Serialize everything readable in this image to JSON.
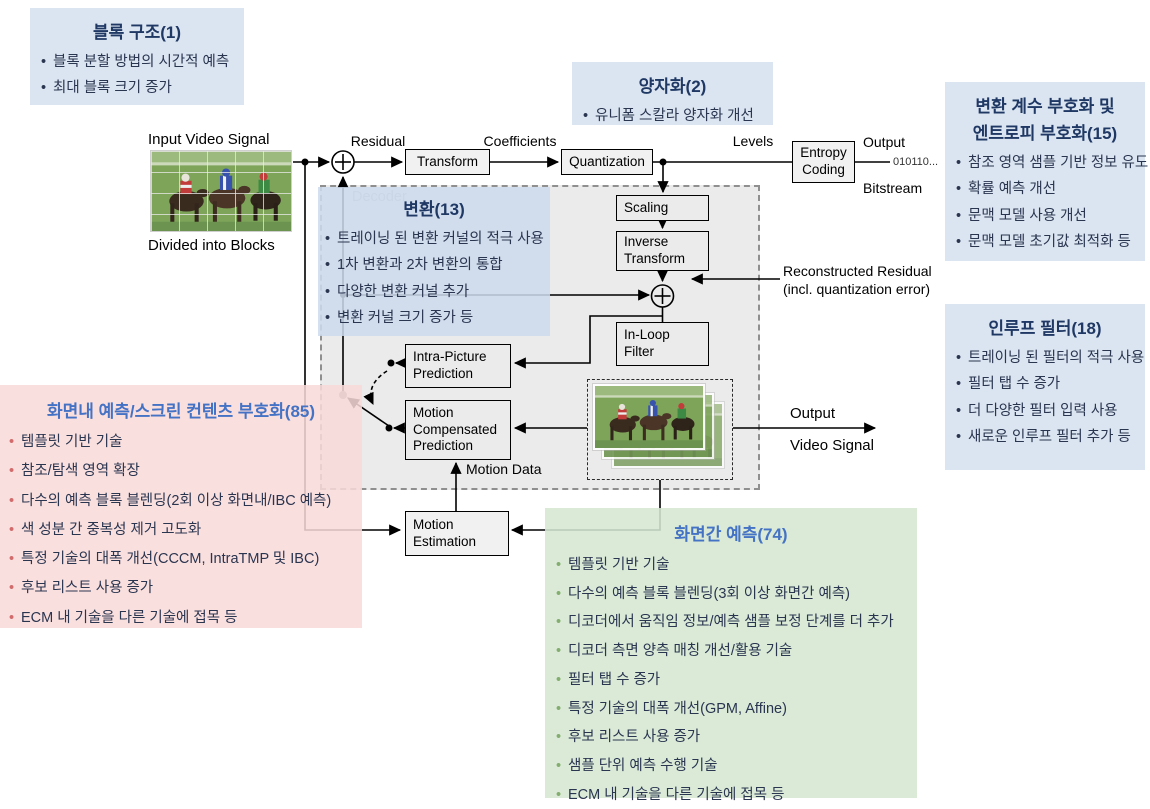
{
  "annotations": {
    "block_structure": {
      "title": "블록 구조(1)",
      "items": [
        "블록 분할 방법의 시간적 예측",
        "최대 블록 크기 증가"
      ]
    },
    "quantization_note": {
      "title": "양자화(2)",
      "items": [
        "유니폼 스칼라 양자화 개선"
      ]
    },
    "entropy_note": {
      "title_line1": "변환 계수 부호화 및",
      "title_line2": "엔트로피 부호화(15)",
      "items": [
        "참조 영역 샘플 기반 정보 유도",
        "확률 예측 개선",
        "문맥 모델 사용 개선",
        "문맥 모델 초기값 최적화 등"
      ]
    },
    "transform_note": {
      "title": "변환(13)",
      "items": [
        "트레이닝 된 변환 커널의 적극 사용",
        "1차 변환과 2차 변환의 통합",
        "다양한 변환 커널 추가",
        "변환 커널 크기 증가 등"
      ]
    },
    "inloop_note": {
      "title": "인루프 필터(18)",
      "items": [
        "트레이닝 된 필터의 적극 사용",
        "필터 탭 수 증가",
        "더 다양한 필터 입력 사용",
        "새로운 인루프 필터 추가 등"
      ]
    },
    "intra_note": {
      "title": "화면내 예측/스크린 컨텐츠 부호화(85)",
      "items": [
        "템플릿 기반 기술",
        "참조/탐색 영역 확장",
        "다수의 예측 블록 블렌딩(2회 이상 화면내/IBC 예측)",
        "색 성분 간 중복성 제거 고도화",
        "특정 기술의 대폭 개선(CCCM, IntraTMP 및 IBC)",
        "후보 리스트 사용 증가",
        "ECM 내 기술을 다른 기술에 접목 등"
      ]
    },
    "inter_note": {
      "title": "화면간 예측(74)",
      "items": [
        "템플릿 기반 기술",
        "다수의 예측 블록 블렌딩(3회 이상 화면간 예측)",
        "디코더에서 움직임 정보/예측 샘플 보정 단계를 더 추가",
        "디코더 측면 양측 매칭 개선/활용 기술",
        "필터 탭 수 증가",
        "특정 기술의 대폭 개선(GPM, Affine)",
        "후보 리스트 사용 증가",
        "샘플 단위 예측 수행 기술",
        "ECM 내 기술을 다른 기술에 접목 등"
      ]
    }
  },
  "diagram": {
    "labels": {
      "input_video_signal": "Input Video Signal",
      "divided_into_blocks": "Divided into Blocks",
      "residual": "Residual",
      "coefficients": "Coefficients",
      "levels": "Levels",
      "output": "Output",
      "bitstream_bits": "010110...",
      "bitstream": "Bitstream",
      "decoder": "Decoder",
      "reconstructed_residual_line1": "Reconstructed Residual",
      "reconstructed_residual_line2": "(incl. quantization error)",
      "motion_data": "Motion Data",
      "output_video_line1": "Output",
      "output_video_line2": "Video Signal"
    },
    "blocks": {
      "transform": "Transform",
      "quantization": "Quantization",
      "entropy_coding": "Entropy\nCoding",
      "scaling": "Scaling",
      "inverse_transform": "Inverse\nTransform",
      "inloop_filter": "In-Loop\nFilter",
      "intra_prediction": "Intra-Picture\nPrediction",
      "motion_compensated_prediction": "Motion\nCompensated\nPrediction",
      "motion_estimation": "Motion\nEstimation"
    },
    "colors": {
      "note_blue_bg": "#dbe5f1",
      "note_pink_bg": "#f8dad9",
      "note_green_bg": "#d5e7d2",
      "title_accent_blue": "#4472c4",
      "title_navy": "#1f3864",
      "pink_bullet": "#d26b6b",
      "green_bullet": "#84ad70",
      "decoder_fill": "#ebebeb"
    }
  }
}
